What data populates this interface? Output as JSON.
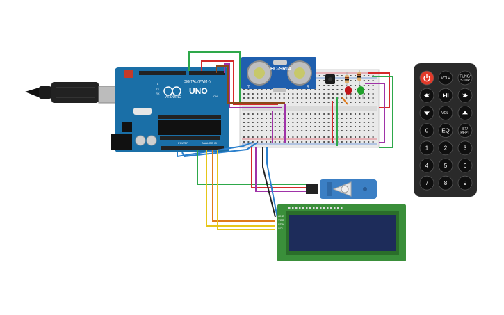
{
  "arduino": {
    "digital_label": "DIGITAL (PWM~)",
    "brand_logo": "UNO",
    "brand_name": "ARDUINO",
    "power_label": "POWER",
    "analog_label": "ANALOG IN",
    "pin_tx": "TX",
    "pin_rx": "RX",
    "pin_l": "L",
    "on_label": "ON"
  },
  "sensor": {
    "model": "HC-SR04",
    "trig": "T",
    "echo": "R"
  },
  "remote": {
    "buttons": [
      [
        "power",
        "VOL+",
        "FUNC/\nSTOP"
      ],
      [
        "prev",
        "play-pause",
        "next"
      ],
      [
        "down",
        "VOL-",
        "up"
      ],
      [
        "0",
        "EQ",
        "ST/\nREPT"
      ],
      [
        "1",
        "2",
        "3"
      ],
      [
        "4",
        "5",
        "6"
      ],
      [
        "7",
        "8",
        "9"
      ]
    ]
  },
  "lcd": {
    "pins": [
      "GND",
      "VCC",
      "SDA",
      "SCL"
    ]
  },
  "colors": {
    "arduino_blue": "#1a6fa7",
    "breadboard": "#e9e9e9",
    "sensor_blue": "#1f5fae",
    "remote_body": "#2a2a2a",
    "lcd_board": "#3a8f3a",
    "lcd_screen": "#1d2c5a",
    "servo_blue": "#3b7fc4",
    "wire_green": "#2ea84a",
    "wire_red": "#d42a2a",
    "wire_purple": "#a033a8",
    "wire_yellow": "#e6c619",
    "wire_orange": "#e07a1a",
    "wire_blue": "#2a7fcc",
    "wire_black": "#222222",
    "wire_brown": "#8a4a1a",
    "led_red": "#c0141a",
    "led_green": "#20a02a"
  }
}
